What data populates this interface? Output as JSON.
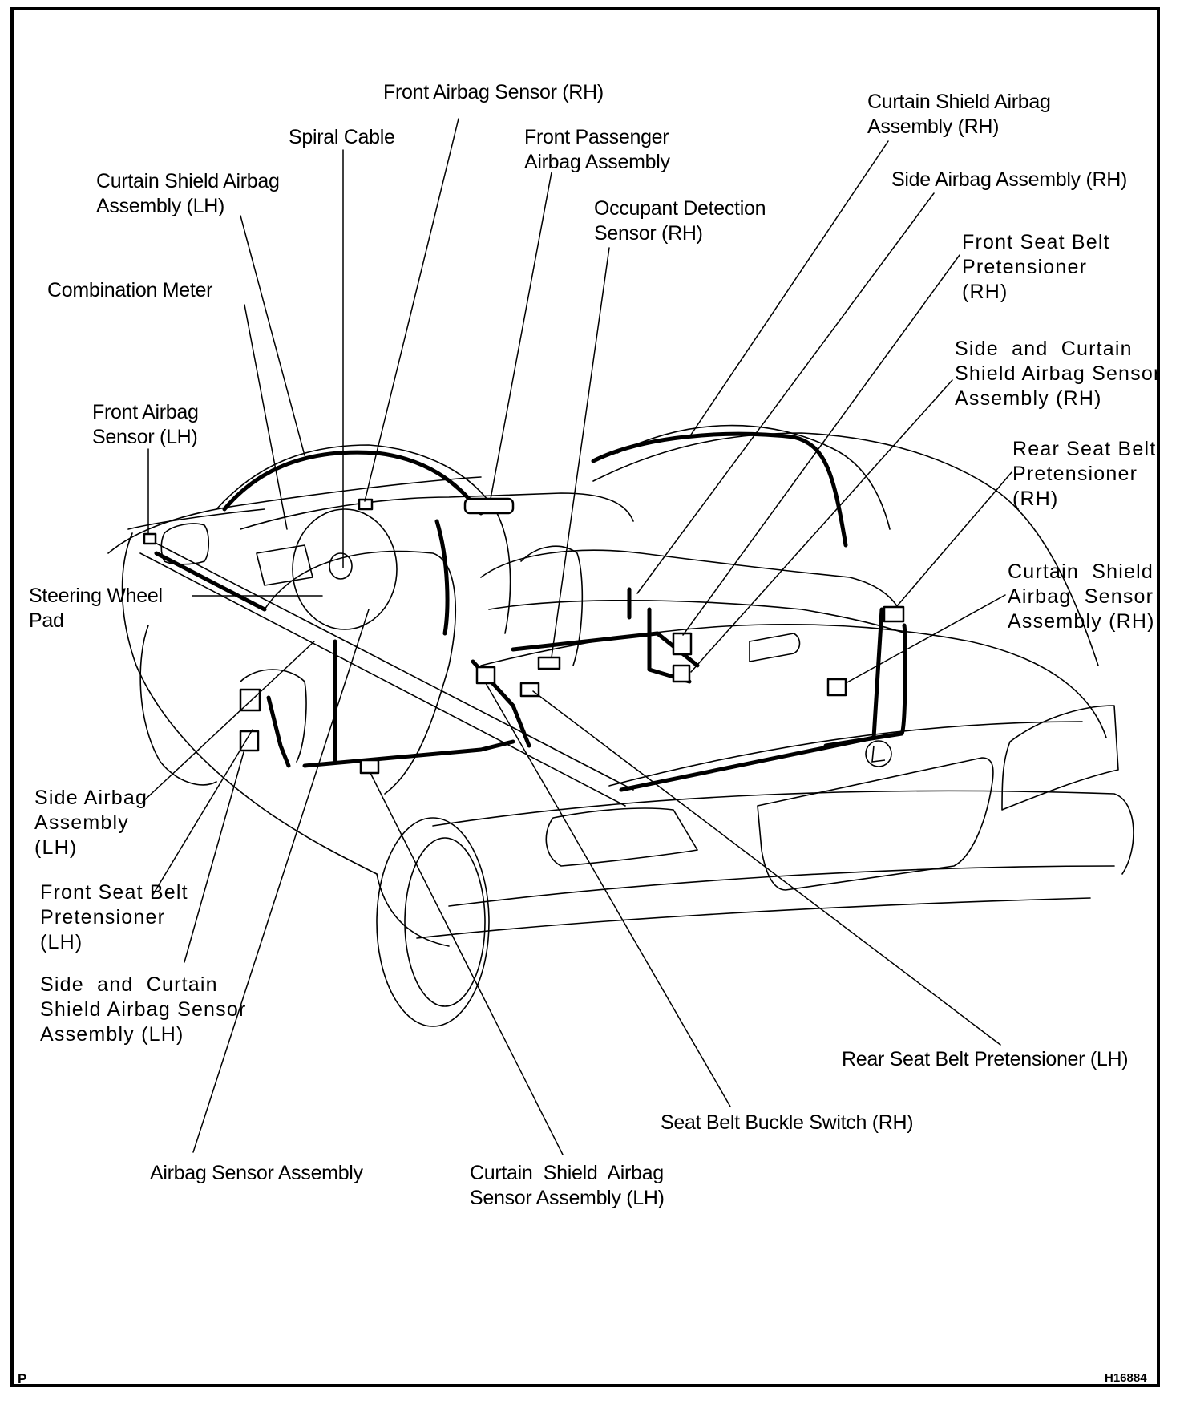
{
  "figure": {
    "code": "H16884",
    "page_marker": "P",
    "subject": "Airbag / SRS component locations (sedan)"
  },
  "labels": {
    "front_airbag_sensor_rh": [
      "Front Airbag Sensor (RH)"
    ],
    "spiral_cable": [
      "Spiral Cable"
    ],
    "front_passenger_airbag_assembly": [
      "Front Passenger",
      "Airbag Assembly"
    ],
    "curtain_shield_airbag_assembly_rh": [
      "Curtain Shield Airbag",
      "Assembly (RH)"
    ],
    "side_airbag_assembly_rh": [
      "Side Airbag Assembly (RH)"
    ],
    "curtain_shield_airbag_assembly_lh": [
      "Curtain Shield Airbag",
      "Assembly (LH)"
    ],
    "occupant_detection_sensor_rh": [
      "Occupant Detection",
      "Sensor (RH)"
    ],
    "front_seat_belt_pretensioner_rh": [
      "Front Seat Belt",
      "Pretensioner",
      "(RH)"
    ],
    "combination_meter": [
      "Combination Meter"
    ],
    "side_curtain_sensor_rh": [
      "Side  and  Curtain",
      "Shield Airbag Sensor",
      "Assembly (RH)"
    ],
    "front_airbag_sensor_lh": [
      "Front Airbag",
      "Sensor (LH)"
    ],
    "rear_seat_belt_pretensioner_rh": [
      "Rear Seat Belt",
      "Pretensioner",
      "(RH)"
    ],
    "curtain_shield_sensor_rh": [
      "Curtain  Shield",
      "Airbag  Sensor",
      "Assembly (RH)"
    ],
    "steering_wheel_pad": [
      "Steering Wheel",
      "Pad"
    ],
    "side_airbag_assembly_lh": [
      "Side Airbag",
      "Assembly",
      "(LH)"
    ],
    "front_seat_belt_pretensioner_lh": [
      "Front Seat Belt",
      "Pretensioner",
      "(LH)"
    ],
    "side_curtain_sensor_lh": [
      "Side  and  Curtain",
      "Shield Airbag Sensor",
      "Assembly (LH)"
    ],
    "rear_seat_belt_pretensioner_lh": [
      "Rear Seat Belt Pretensioner (LH)"
    ],
    "seat_belt_buckle_switch_rh": [
      "Seat Belt Buckle Switch (RH)"
    ],
    "airbag_sensor_assembly": [
      "Airbag Sensor Assembly"
    ],
    "curtain_shield_sensor_lh": [
      "Curtain  Shield  Airbag",
      "Sensor Assembly (LH)"
    ]
  }
}
